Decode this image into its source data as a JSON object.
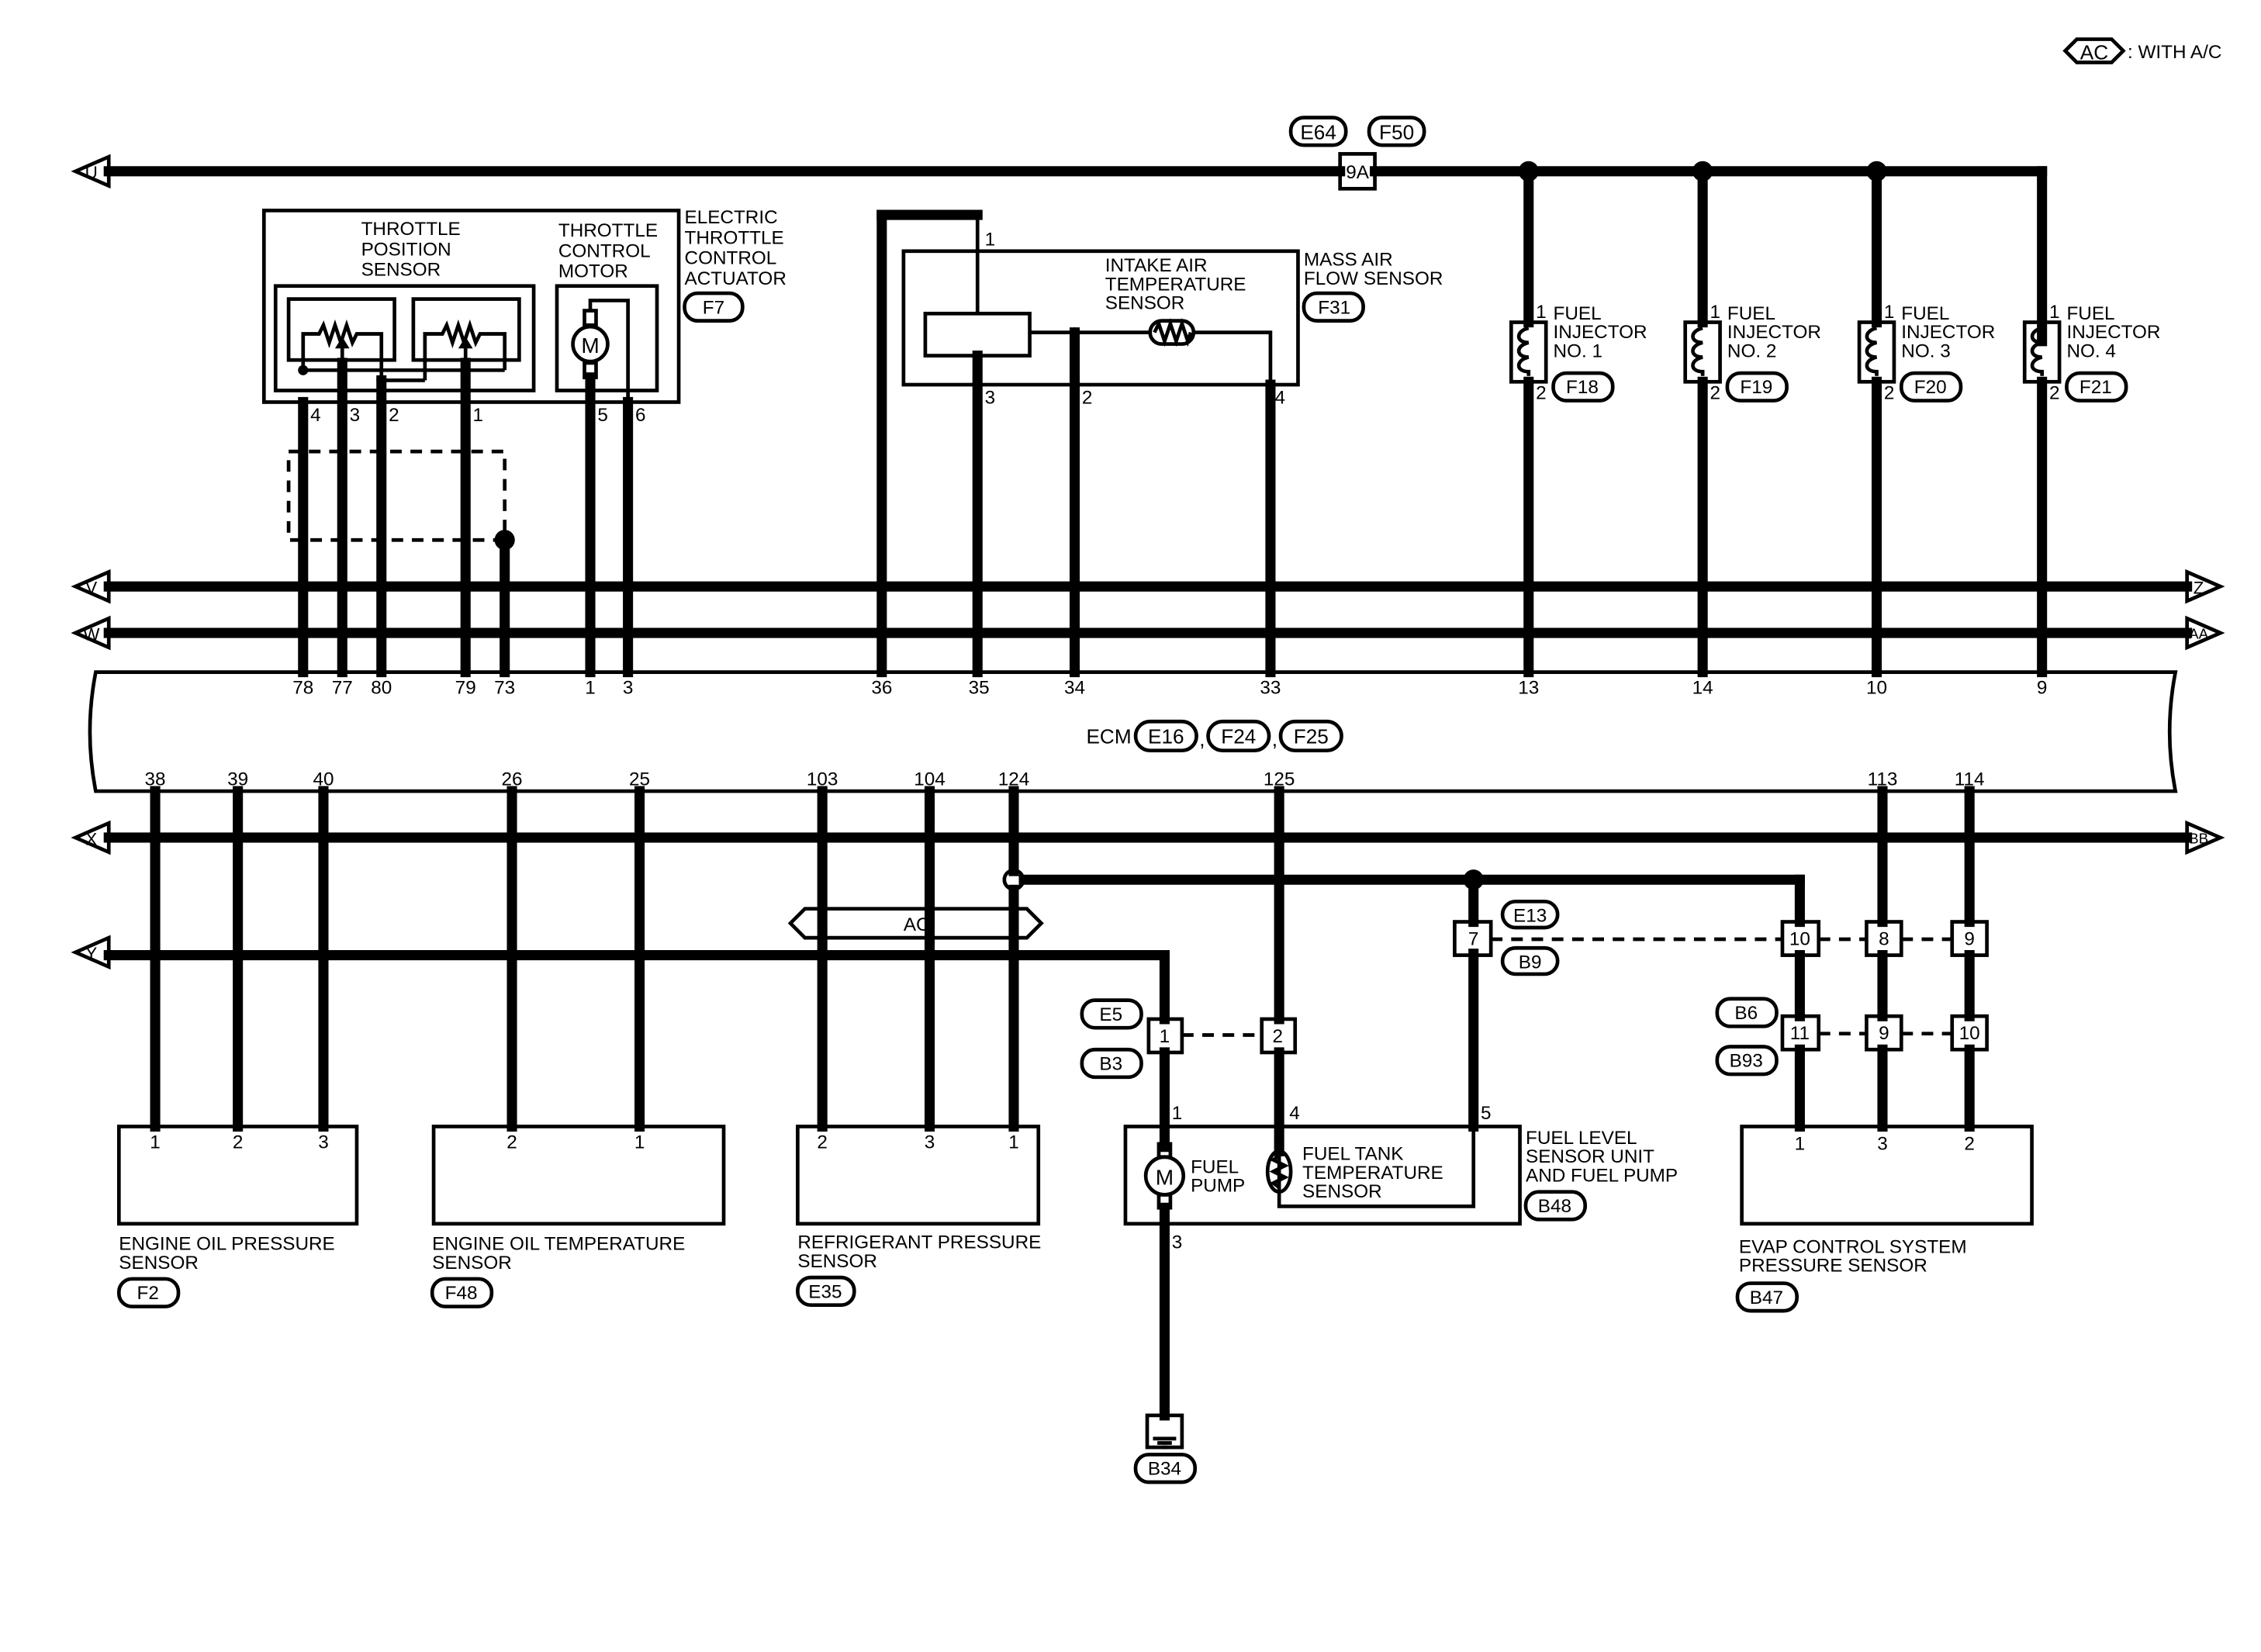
{
  "legend": {
    "code": "AC",
    "text": ": WITH A/C"
  },
  "buses": [
    {
      "id": "U",
      "left": "U",
      "right": ""
    },
    {
      "id": "V",
      "left": "V",
      "right": "Z"
    },
    {
      "id": "W",
      "left": "W",
      "right": "AA"
    },
    {
      "id": "X",
      "left": "X",
      "right": "BB"
    },
    {
      "id": "Y",
      "left": "Y",
      "right": ""
    }
  ],
  "ecm": {
    "prefix": "ECM",
    "connectors": [
      "E16",
      "F24",
      "F25"
    ],
    "top_pins": [
      "78",
      "77",
      "80",
      "79",
      "73",
      "1",
      "3",
      "36",
      "35",
      "34",
      "33",
      "13",
      "14",
      "10",
      "9"
    ],
    "bottom_pins": [
      "38",
      "39",
      "40",
      "26",
      "25",
      "103",
      "104",
      "124",
      "125",
      "113",
      "114"
    ]
  },
  "junction": {
    "connectors": [
      "E64",
      "F50"
    ],
    "pin": "9A"
  },
  "actuator": {
    "name": [
      "ELECTRIC",
      "THROTTLE",
      "CONTROL",
      "ACTUATOR"
    ],
    "connector": "F7",
    "tps_label": [
      "THROTTLE",
      "POSITION",
      "SENSOR"
    ],
    "motor_label": [
      "THROTTLE",
      "CONTROL",
      "MOTOR"
    ],
    "motor_symbol": "M",
    "pins": [
      "4",
      "3",
      "2",
      "1",
      "5",
      "6"
    ]
  },
  "maf": {
    "name": [
      "MASS AIR",
      "FLOW SENSOR"
    ],
    "connector": "F31",
    "iat_label": [
      "INTAKE AIR",
      "TEMPERATURE",
      "SENSOR"
    ],
    "pins": [
      "1",
      "3",
      "2",
      "4"
    ]
  },
  "injectors": [
    {
      "label": [
        "FUEL",
        "INJECTOR",
        "NO. 1"
      ],
      "connector": "F18",
      "pin_top": "1",
      "pin_bottom": "2"
    },
    {
      "label": [
        "FUEL",
        "INJECTOR",
        "NO. 2"
      ],
      "connector": "F19",
      "pin_top": "1",
      "pin_bottom": "2"
    },
    {
      "label": [
        "FUEL",
        "INJECTOR",
        "NO. 3"
      ],
      "connector": "F20",
      "pin_top": "1",
      "pin_bottom": "2"
    },
    {
      "label": [
        "FUEL",
        "INJECTOR",
        "NO. 4"
      ],
      "connector": "F21",
      "pin_top": "1",
      "pin_bottom": "2"
    }
  ],
  "oil_pressure": {
    "label": [
      "ENGINE OIL PRESSURE",
      "SENSOR"
    ],
    "connector": "F2",
    "pins": [
      "1",
      "2",
      "3"
    ]
  },
  "oil_temp": {
    "label": [
      "ENGINE OIL TEMPERATURE",
      "SENSOR"
    ],
    "connector": "F48",
    "pins": [
      "2",
      "1"
    ]
  },
  "refrigerant": {
    "label": [
      "REFRIGERANT PRESSURE",
      "SENSOR"
    ],
    "connector": "E35",
    "pins": [
      "2",
      "3",
      "1"
    ]
  },
  "ac_bar": "AC",
  "fuel_unit": {
    "label": [
      "FUEL LEVEL",
      "SENSOR UNIT",
      "AND FUEL PUMP"
    ],
    "connector": "B48",
    "pump_label": [
      "FUEL",
      "PUMP"
    ],
    "pump_symbol": "M",
    "tank_label": [
      "FUEL TANK",
      "TEMPERATURE",
      "SENSOR"
    ],
    "pins": [
      "1",
      "4",
      "5",
      "3"
    ]
  },
  "inline_e5": {
    "connectors": [
      "E5",
      "B3"
    ],
    "pins": [
      "1",
      "2"
    ]
  },
  "inline_e13": {
    "connectors": [
      "E13",
      "B9"
    ],
    "pins": [
      "7",
      "10",
      "8",
      "9"
    ]
  },
  "inline_b6": {
    "connectors": [
      "B6",
      "B93"
    ],
    "pins": [
      "11",
      "9",
      "10"
    ]
  },
  "evap": {
    "label": [
      "EVAP CONTROL SYSTEM",
      "PRESSURE SENSOR"
    ],
    "connector": "B47",
    "pins": [
      "1",
      "3",
      "2"
    ]
  },
  "ground": {
    "connector": "B34"
  }
}
